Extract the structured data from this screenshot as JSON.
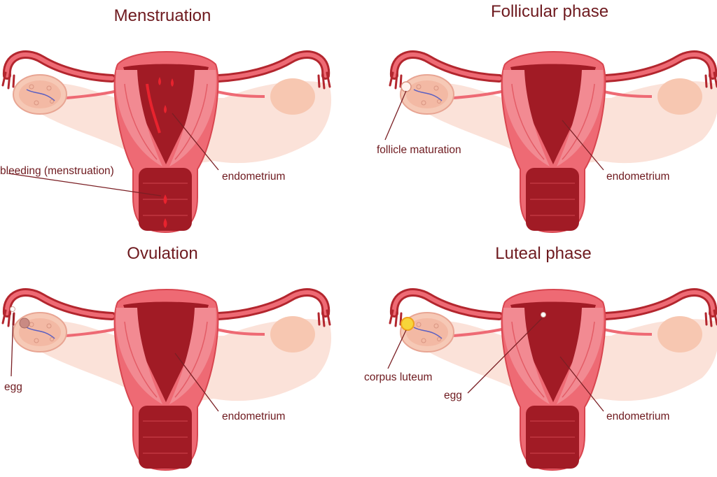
{
  "panels": [
    {
      "id": "menstruation",
      "title": "Menstruation",
      "labels": {
        "endometrium": "endometrium",
        "bleeding": "bleeding (menstruation)"
      }
    },
    {
      "id": "follicular",
      "title": "Follicular phase",
      "labels": {
        "endometrium": "endometrium",
        "follicle": "follicle maturation"
      }
    },
    {
      "id": "ovulation",
      "title": "Ovulation",
      "labels": {
        "endometrium": "endometrium",
        "egg": "egg"
      }
    },
    {
      "id": "luteal",
      "title": "Luteal phase",
      "labels": {
        "endometrium": "endometrium",
        "corpus": "corpus luteum",
        "egg": "egg"
      }
    }
  ],
  "colors": {
    "text": "#6e1a1f",
    "wall": "#ee6a74",
    "wall_light": "#f28a92",
    "cavity": "#a11b25",
    "edge": "#b3262e",
    "ligament": "#fbe2d9",
    "ovary": "#f6c9b6",
    "blood": "#e8232e"
  }
}
